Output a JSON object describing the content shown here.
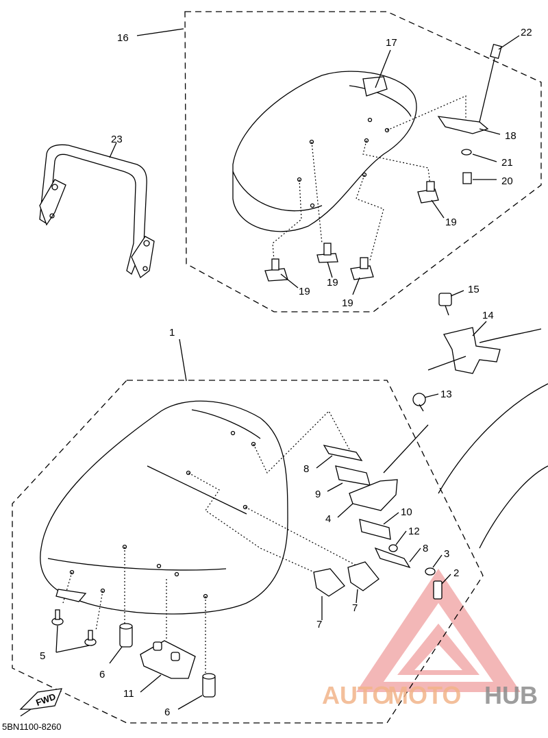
{
  "diagram": {
    "code": "5BN1100-8260",
    "fwd_label": "FWD",
    "callouts": {
      "c1": "1",
      "c2": "2",
      "c3": "3",
      "c4": "4",
      "c5": "5",
      "c6a": "6",
      "c6b": "6",
      "c7a": "7",
      "c7b": "7",
      "c8a": "8",
      "c8b": "8",
      "c9": "9",
      "c10": "10",
      "c11": "11",
      "c12": "12",
      "c13": "13",
      "c14": "14",
      "c15": "15",
      "c16": "16",
      "c17": "17",
      "c18": "18",
      "c19a": "19",
      "c19b": "19",
      "c19c": "19",
      "c19d": "19",
      "c20": "20",
      "c21": "21",
      "c22": "22",
      "c23": "23"
    }
  },
  "watermark": {
    "part1": "AUTO",
    "part2": "MOTO",
    "part3": "HUB",
    "color_light": "#f2b48a",
    "color_gray": "#8c8c8c",
    "color_triangle": "#f0a0a0"
  }
}
